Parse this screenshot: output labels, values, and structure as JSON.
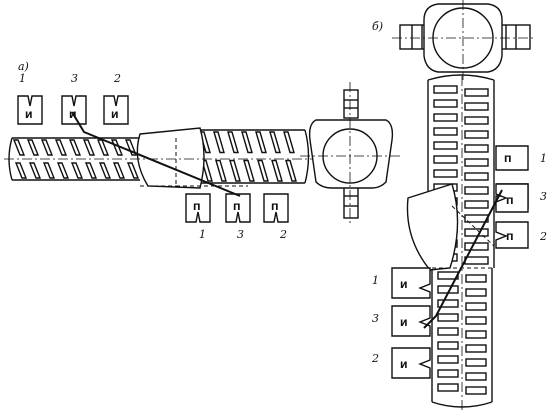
{
  "panels": {
    "a": {
      "label": "а)"
    },
    "b": {
      "label": "б)"
    }
  },
  "electrode_letters": {
    "top": "И",
    "bottom": "П"
  },
  "panel_a": {
    "top_numbers": [
      "1",
      "3",
      "2"
    ],
    "bottom_numbers": [
      "1",
      "3",
      "2"
    ]
  },
  "panel_b": {
    "right_numbers": [
      "1",
      "3",
      "2"
    ],
    "left_numbers": [
      "1",
      "3",
      "2"
    ]
  }
}
